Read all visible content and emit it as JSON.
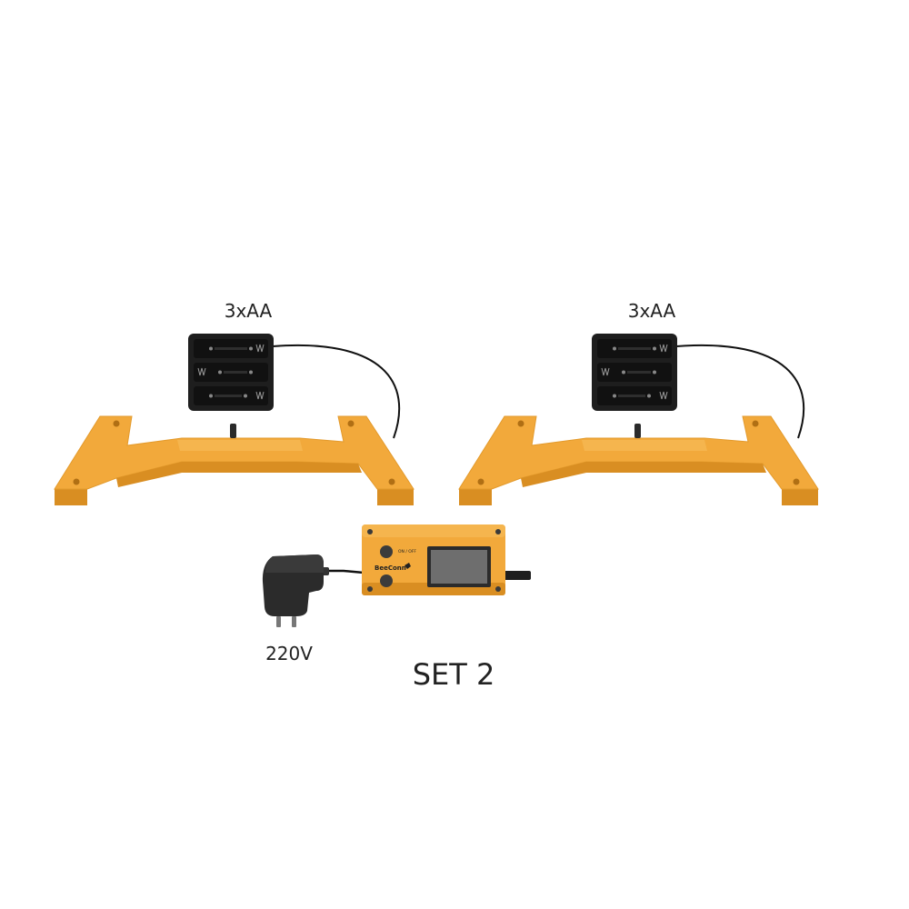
{
  "labels": {
    "battery_left": "3xAA",
    "battery_right": "3xAA",
    "power": "220V",
    "set": "SET 2"
  },
  "device": {
    "brand": "BeeConn",
    "switch_text": "ON / OFF"
  },
  "colors": {
    "frame_top": "#F2A93B",
    "frame_side": "#D98E22",
    "frame_edge": "#C47D18",
    "battery_box": "#1E1E1E",
    "battery_cell": "#111111",
    "cable": "#111111",
    "adapter": "#2B2B2B",
    "screen": "#6E6E6E"
  }
}
